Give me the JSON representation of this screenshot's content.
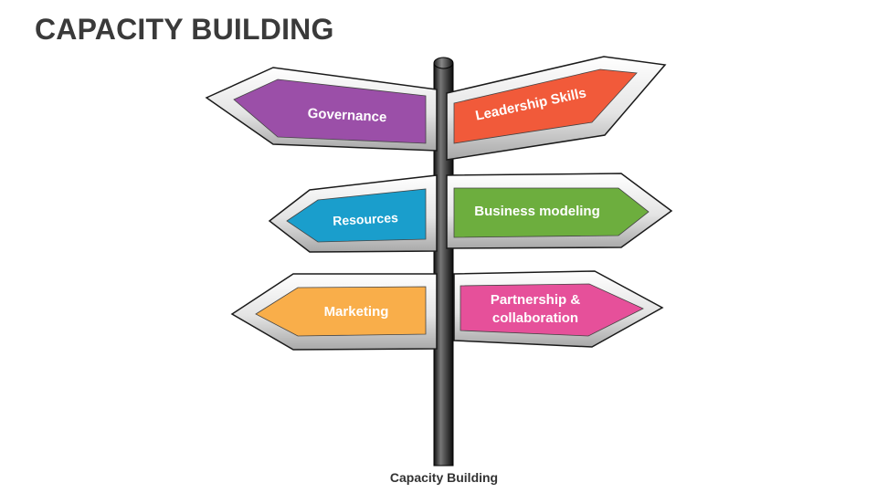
{
  "title": "CAPACITY BUILDING",
  "caption": "Capacity Building",
  "signs": [
    {
      "label": "Governance",
      "color": "#9B4FA8"
    },
    {
      "label": "Leadership Skills",
      "color": "#F15A3A"
    },
    {
      "label": "Resources",
      "color": "#1A9ECC"
    },
    {
      "label": "Business modeling",
      "color": "#6DAE3E"
    },
    {
      "label": "Marketing",
      "color": "#F9AE4A"
    },
    {
      "label_line1": "Partnership &",
      "label_line2": "collaboration",
      "color": "#E6509A"
    }
  ]
}
